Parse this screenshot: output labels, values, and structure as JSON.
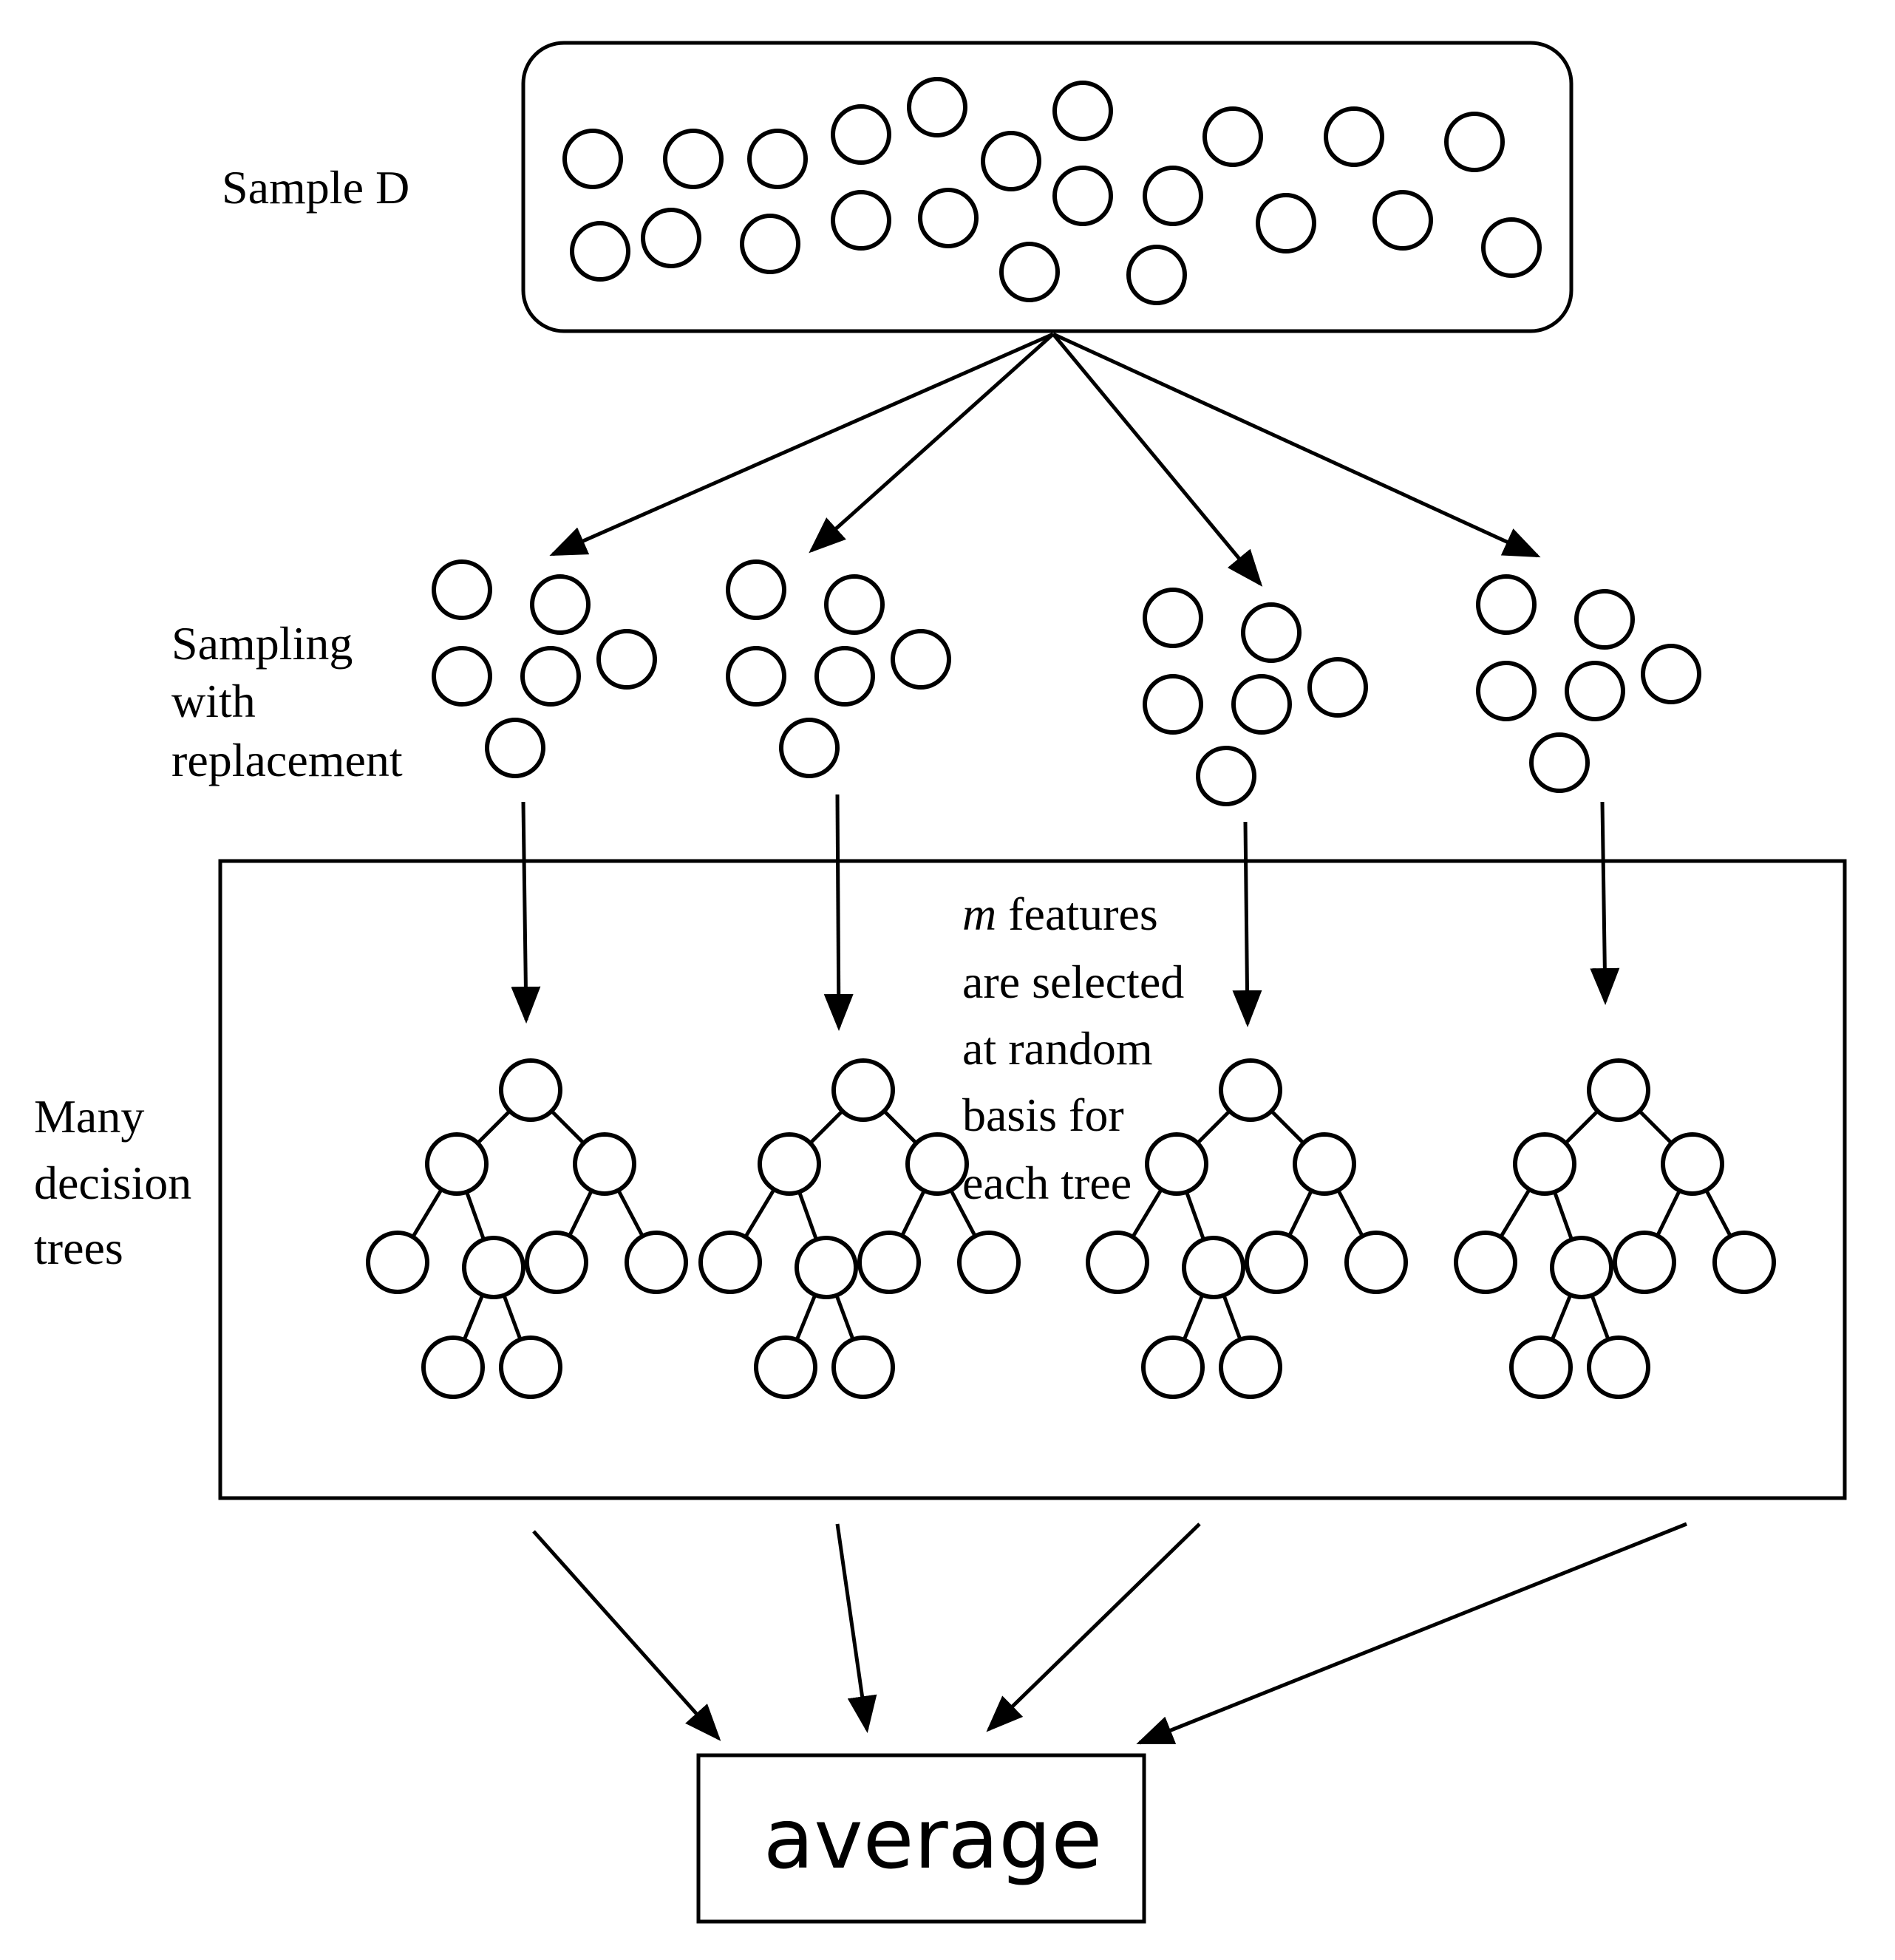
{
  "diagram": {
    "sample_label": "Sample D",
    "sampling_label": [
      "Sampling",
      "with",
      "replacement"
    ],
    "trees_label": [
      "Many",
      "decision",
      "trees"
    ],
    "features_label_var": "m",
    "features_label": [
      " features",
      "are selected",
      "at random",
      "basis for",
      "each tree"
    ],
    "output_label": "average",
    "bootstrap_sets": 4,
    "trees": 4
  }
}
